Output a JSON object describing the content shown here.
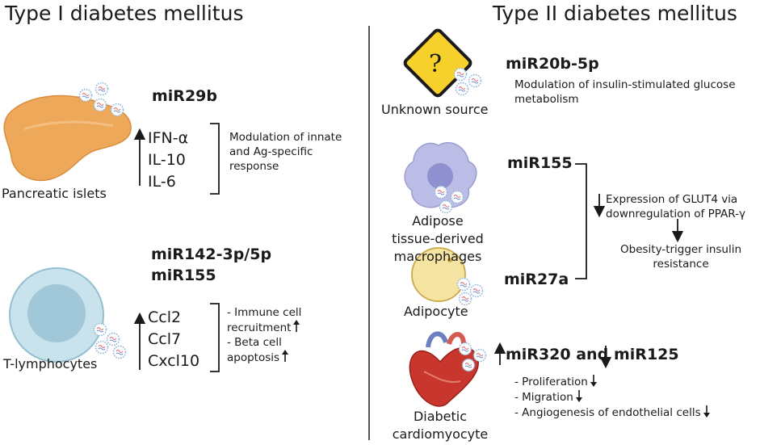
{
  "left": {
    "title": "Type I diabetes mellitus",
    "section1": {
      "source_label": "Pancreatic islets",
      "mirna": "miR29b",
      "cytokines": [
        "IFN-α",
        "IL-10",
        "IL-6"
      ],
      "effect_lines": [
        "Modulation of innate",
        "and Ag-specific",
        "response"
      ]
    },
    "section2": {
      "source_label": "T-lymphocytes",
      "mirna_lines": [
        "miR142-3p/5p",
        "miR155"
      ],
      "cytokines": [
        "Ccl2",
        "Ccl7",
        "Cxcl10"
      ],
      "effect_lines": [
        "- Immune cell",
        "recruitment",
        "- Beta cell",
        "apoptosis"
      ]
    }
  },
  "right": {
    "title": "Type II diabetes mellitus",
    "unknown": {
      "icon_text": "?",
      "source_label": "Unknown source",
      "mirna": "miR20b-5p",
      "effect_lines": [
        "Modulation of insulin-stimulated glucose",
        "metabolism"
      ]
    },
    "adipose": {
      "source_lines": [
        "Adipose",
        "tissue-derived",
        "macrophages"
      ],
      "mirna": "miR155",
      "effect_lines": [
        "Expression of GLUT4 via",
        "downregulation of PPAR-γ"
      ],
      "result_lines": [
        "Obesity-trigger insulin",
        "resistance"
      ]
    },
    "adipocyte": {
      "source_label": "Adipocyte",
      "mirna": "miR27a"
    },
    "cardio": {
      "source_lines": [
        "Diabetic",
        "cardiomyocyte"
      ],
      "mirna_a": "miR320 and",
      "mirna_b": "miR125",
      "effect_lines": [
        "- Proliferation",
        "- Migration",
        "- Angiogenesis of endothelial cells"
      ]
    }
  },
  "colors": {
    "pancreas": "#eea85a",
    "tcell_outer": "#c9e3ec",
    "tcell_inner": "#93bfd1",
    "macrophage": "#bcbde6",
    "adipocyte": "#f5e3a2",
    "warning": "#f7d12b",
    "heart": "#c8362d",
    "vesicle": "#8fb8d8"
  }
}
